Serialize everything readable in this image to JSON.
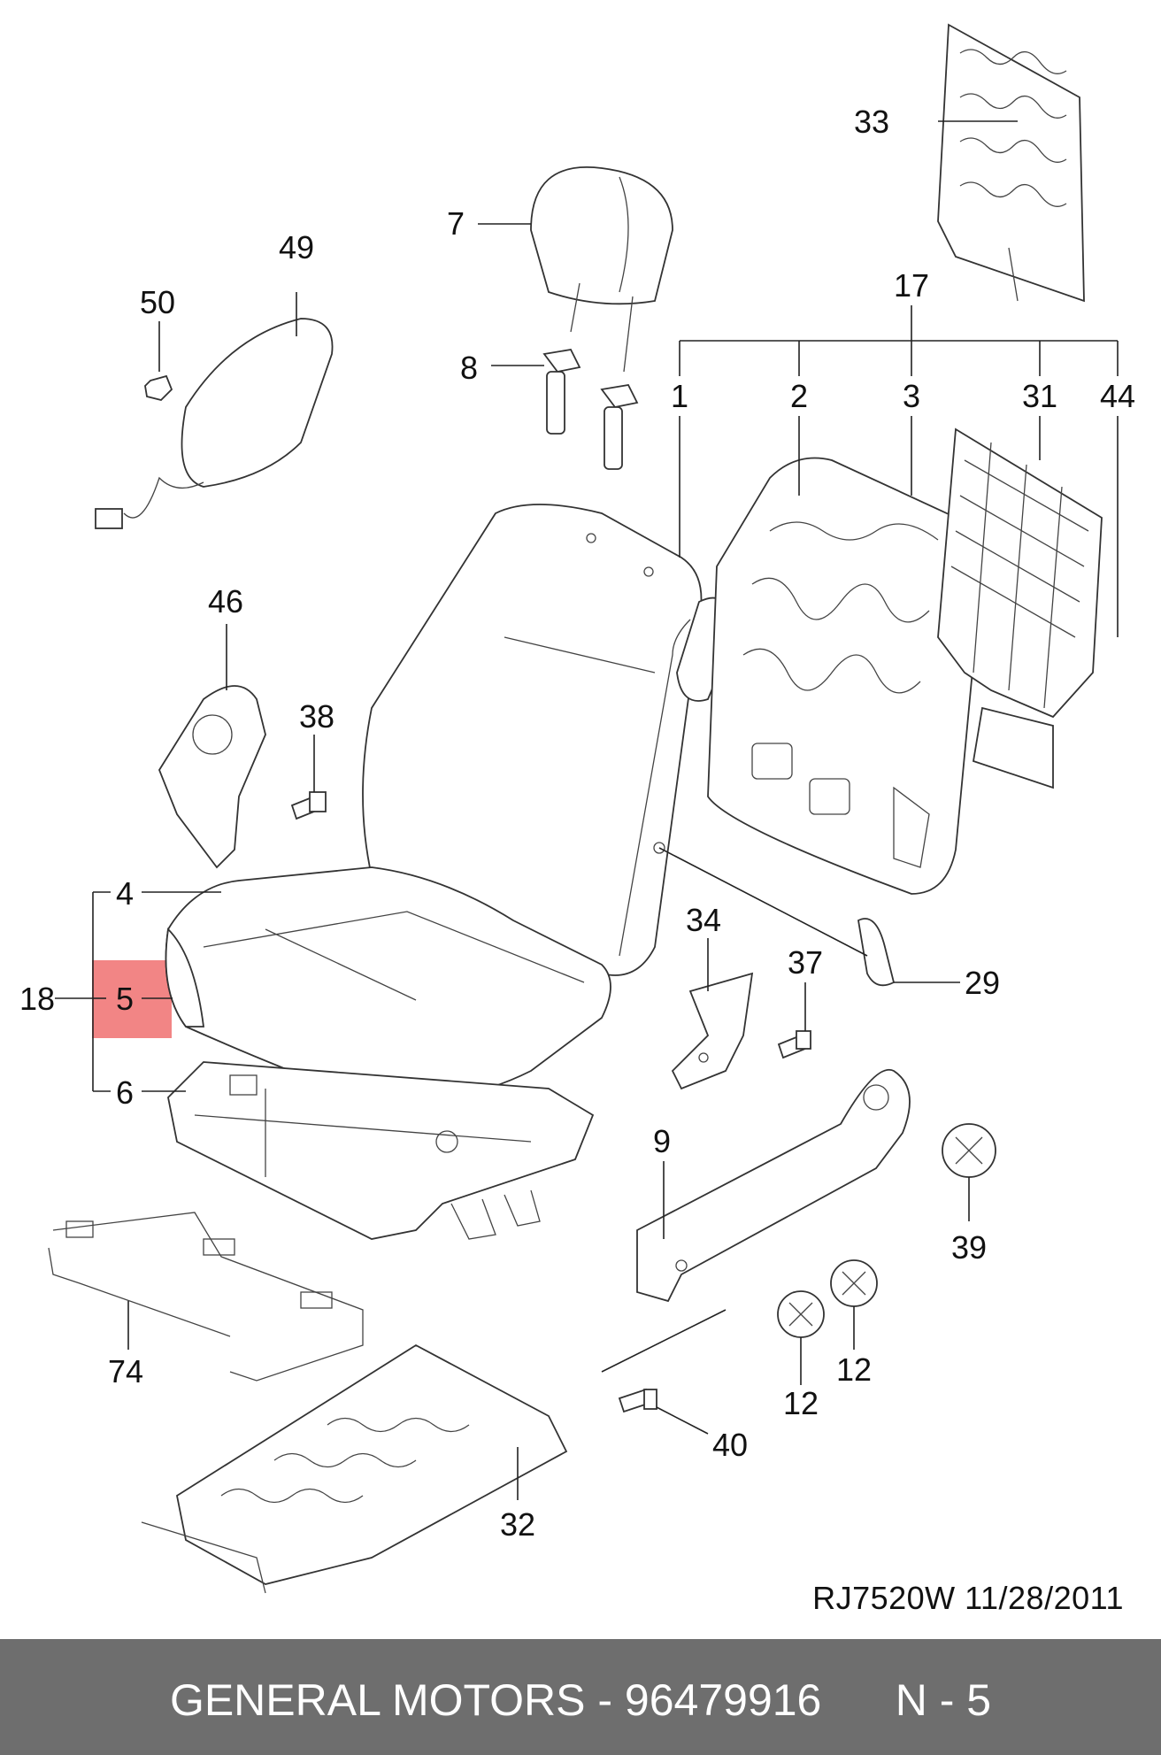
{
  "diagram": {
    "callouts": {
      "c1": "1",
      "c2": "2",
      "c3": "3",
      "c4": "4",
      "c5": "5",
      "c6": "6",
      "c7": "7",
      "c8": "8",
      "c9": "9",
      "c12a": "12",
      "c12b": "12",
      "c17": "17",
      "c18": "18",
      "c29": "29",
      "c31": "31",
      "c32": "32",
      "c33": "33",
      "c34": "34",
      "c37": "37",
      "c38": "38",
      "c39": "39",
      "c40": "40",
      "c44": "44",
      "c46": "46",
      "c49": "49",
      "c50": "50",
      "c74": "74"
    },
    "highlight_color": "#f07070"
  },
  "reference": "RJ7520W  11/28/2011",
  "footer": {
    "text": "GENERAL MOTORS - 96479916      N - 5",
    "background": "#6e6e6e"
  }
}
